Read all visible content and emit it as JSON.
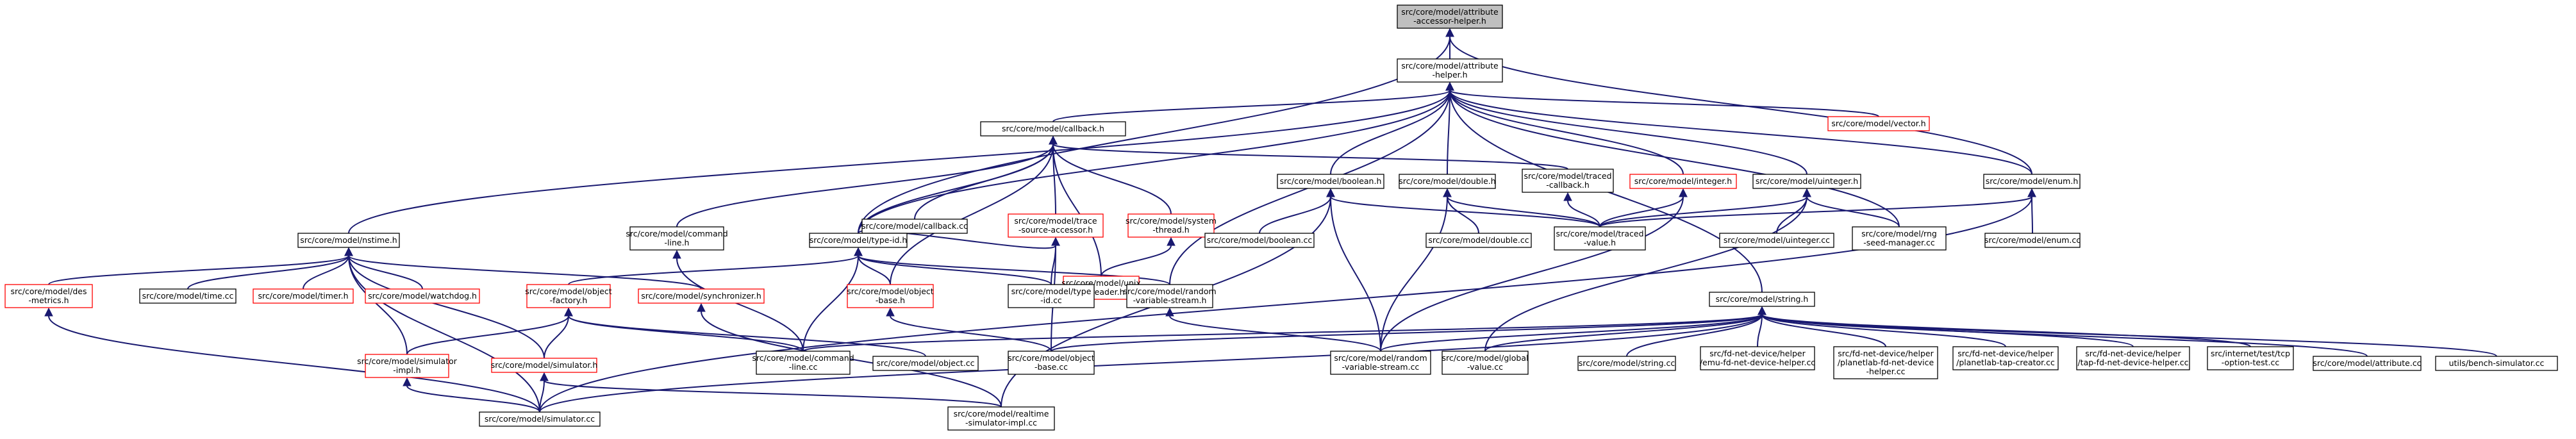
{
  "colors": {
    "edge": "#191970",
    "border_normal": "#000000",
    "border_incomplete": "#ff0000",
    "root_fill": "#bfbfbf",
    "node_fill": "#ffffff"
  },
  "nodes": [
    {
      "id": "ah",
      "lines": [
        "src/core/model/attribute",
        "-accessor-helper.h"
      ],
      "kind": "root"
    },
    {
      "id": "ath",
      "lines": [
        "src/core/model/attribute",
        "-helper.h"
      ],
      "kind": "normal"
    },
    {
      "id": "cbh",
      "lines": [
        "src/core/model/callback.h"
      ],
      "kind": "normal"
    },
    {
      "id": "vech",
      "lines": [
        "src/core/model/vector.h"
      ],
      "kind": "incomplete"
    },
    {
      "id": "enumh",
      "lines": [
        "src/core/model/enum.h"
      ],
      "kind": "normal"
    },
    {
      "id": "cbcc",
      "lines": [
        "src/core/model/callback.cc"
      ],
      "kind": "normal"
    },
    {
      "id": "tsah",
      "lines": [
        "src/core/model/trace",
        "-source-accessor.h"
      ],
      "kind": "incomplete"
    },
    {
      "id": "systh",
      "lines": [
        "src/core/model/system",
        "-thread.h"
      ],
      "kind": "incomplete"
    },
    {
      "id": "boolh",
      "lines": [
        "src/core/model/boolean.h"
      ],
      "kind": "normal"
    },
    {
      "id": "dblh",
      "lines": [
        "src/core/model/double.h"
      ],
      "kind": "normal"
    },
    {
      "id": "tcbh",
      "lines": [
        "src/core/model/traced",
        "-callback.h"
      ],
      "kind": "normal"
    },
    {
      "id": "inth",
      "lines": [
        "src/core/model/integer.h"
      ],
      "kind": "incomplete"
    },
    {
      "id": "uinth",
      "lines": [
        "src/core/model/uinteger.h"
      ],
      "kind": "normal"
    },
    {
      "id": "nstimeh",
      "lines": [
        "src/core/model/nstime.h"
      ],
      "kind": "normal"
    },
    {
      "id": "cmdh",
      "lines": [
        "src/core/model/command",
        "-line.h"
      ],
      "kind": "normal"
    },
    {
      "id": "typeidh",
      "lines": [
        "src/core/model/type-id.h"
      ],
      "kind": "normal"
    },
    {
      "id": "unixh",
      "lines": [
        "src/core/model/unix",
        "-fd-reader.h"
      ],
      "kind": "incomplete"
    },
    {
      "id": "boolcc",
      "lines": [
        "src/core/model/boolean.cc"
      ],
      "kind": "normal"
    },
    {
      "id": "dblcc",
      "lines": [
        "src/core/model/double.cc"
      ],
      "kind": "normal"
    },
    {
      "id": "tvh",
      "lines": [
        "src/core/model/traced",
        "-value.h"
      ],
      "kind": "normal"
    },
    {
      "id": "uintcc",
      "lines": [
        "src/core/model/uinteger.cc"
      ],
      "kind": "normal"
    },
    {
      "id": "rngh",
      "lines": [
        "src/core/model/rng",
        "-seed-manager.cc"
      ],
      "kind": "normal"
    },
    {
      "id": "enumcc",
      "lines": [
        "src/core/model/enum.cc"
      ],
      "kind": "normal"
    },
    {
      "id": "desh",
      "lines": [
        "src/core/model/des",
        "-metrics.h"
      ],
      "kind": "incomplete"
    },
    {
      "id": "timecc",
      "lines": [
        "src/core/model/time.cc"
      ],
      "kind": "normal"
    },
    {
      "id": "timerh",
      "lines": [
        "src/core/model/timer.h"
      ],
      "kind": "incomplete"
    },
    {
      "id": "wdh",
      "lines": [
        "src/core/model/watchdog.h"
      ],
      "kind": "incomplete"
    },
    {
      "id": "ofh",
      "lines": [
        "src/core/model/object",
        "-factory.h"
      ],
      "kind": "incomplete"
    },
    {
      "id": "synch",
      "lines": [
        "src/core/model/synchronizer.h"
      ],
      "kind": "incomplete"
    },
    {
      "id": "objbh",
      "lines": [
        "src/core/model/object",
        "-base.h"
      ],
      "kind": "incomplete"
    },
    {
      "id": "typeidcc",
      "lines": [
        "src/core/model/type",
        "-id.cc"
      ],
      "kind": "normal"
    },
    {
      "id": "rvsh",
      "lines": [
        "src/core/model/random",
        "-variable-stream.h"
      ],
      "kind": "normal"
    },
    {
      "id": "strh",
      "lines": [
        "src/core/model/string.h"
      ],
      "kind": "normal"
    },
    {
      "id": "simih",
      "lines": [
        "src/core/model/simulator",
        "-impl.h"
      ],
      "kind": "incomplete"
    },
    {
      "id": "simh",
      "lines": [
        "src/core/model/simulator.h"
      ],
      "kind": "incomplete"
    },
    {
      "id": "cmdcc",
      "lines": [
        "src/core/model/command",
        "-line.cc"
      ],
      "kind": "normal"
    },
    {
      "id": "objcc",
      "lines": [
        "src/core/model/object.cc"
      ],
      "kind": "normal"
    },
    {
      "id": "objbcc",
      "lines": [
        "src/core/model/object",
        "-base.cc"
      ],
      "kind": "normal"
    },
    {
      "id": "rvscc",
      "lines": [
        "src/core/model/random",
        "-variable-stream.cc"
      ],
      "kind": "normal"
    },
    {
      "id": "gvcc",
      "lines": [
        "src/core/model/global",
        "-value.cc"
      ],
      "kind": "normal"
    },
    {
      "id": "strcc",
      "lines": [
        "src/core/model/string.cc"
      ],
      "kind": "normal"
    },
    {
      "id": "emuh",
      "lines": [
        "src/fd-net-device/helper",
        "/emu-fd-net-device-helper.cc"
      ],
      "kind": "normal"
    },
    {
      "id": "plnh",
      "lines": [
        "src/fd-net-device/helper",
        "/planetlab-fd-net-device",
        "-helper.cc"
      ],
      "kind": "normal"
    },
    {
      "id": "pltc",
      "lines": [
        "src/fd-net-device/helper",
        "/planetlab-tap-creator.cc"
      ],
      "kind": "normal"
    },
    {
      "id": "taph",
      "lines": [
        "src/fd-net-device/helper",
        "/tap-fd-net-device-helper.cc"
      ],
      "kind": "normal"
    },
    {
      "id": "tcpt",
      "lines": [
        "src/internet/test/tcp",
        "-option-test.cc"
      ],
      "kind": "normal"
    },
    {
      "id": "attrcc",
      "lines": [
        "src/core/model/attribute.cc"
      ],
      "kind": "normal"
    },
    {
      "id": "bench",
      "lines": [
        "utils/bench-simulator.cc"
      ],
      "kind": "normal"
    },
    {
      "id": "simcc",
      "lines": [
        "src/core/model/simulator.cc"
      ],
      "kind": "normal"
    },
    {
      "id": "rtcc",
      "lines": [
        "src/core/model/realtime",
        "-simulator-impl.cc"
      ],
      "kind": "normal"
    }
  ],
  "edges": [
    [
      "ath",
      "ah"
    ],
    [
      "typeidh",
      "ah"
    ],
    [
      "enumh",
      "ah"
    ],
    [
      "cbh",
      "ath"
    ],
    [
      "vech",
      "ath"
    ],
    [
      "enumh",
      "ath"
    ],
    [
      "boolh",
      "ath"
    ],
    [
      "dblh",
      "ath"
    ],
    [
      "inth",
      "ath"
    ],
    [
      "uinth",
      "ath"
    ],
    [
      "nstimeh",
      "ath"
    ],
    [
      "typeidh",
      "ath"
    ],
    [
      "rvsh",
      "ath"
    ],
    [
      "rngh",
      "ath"
    ],
    [
      "strh",
      "ath"
    ],
    [
      "cbcc",
      "cbh"
    ],
    [
      "tsah",
      "cbh"
    ],
    [
      "systh",
      "cbh"
    ],
    [
      "tcbh",
      "cbh"
    ],
    [
      "typeidh",
      "cbh"
    ],
    [
      "unixh",
      "cbh"
    ],
    [
      "objbh",
      "cbh"
    ],
    [
      "cmdh",
      "cbh"
    ],
    [
      "typeidh",
      "tsah"
    ],
    [
      "typeidcc",
      "tsah"
    ],
    [
      "objbcc",
      "tsah"
    ],
    [
      "unixh",
      "systh"
    ],
    [
      "boolcc",
      "boolh"
    ],
    [
      "tvh",
      "boolh"
    ],
    [
      "rvscc",
      "boolh"
    ],
    [
      "rtcc",
      "boolh"
    ],
    [
      "dblcc",
      "dblh"
    ],
    [
      "tvh",
      "dblh"
    ],
    [
      "rvscc",
      "dblh"
    ],
    [
      "tvh",
      "tcbh"
    ],
    [
      "tvh",
      "inth"
    ],
    [
      "rvscc",
      "inth"
    ],
    [
      "tvh",
      "uinth"
    ],
    [
      "uintcc",
      "uinth"
    ],
    [
      "rngh",
      "uinth"
    ],
    [
      "gvcc",
      "uinth"
    ],
    [
      "tvh",
      "enumh"
    ],
    [
      "enumcc",
      "enumh"
    ],
    [
      "simcc",
      "enumh"
    ],
    [
      "desh",
      "nstimeh"
    ],
    [
      "timecc",
      "nstimeh"
    ],
    [
      "timerh",
      "nstimeh"
    ],
    [
      "wdh",
      "nstimeh"
    ],
    [
      "synch",
      "nstimeh"
    ],
    [
      "simh",
      "nstimeh"
    ],
    [
      "simih",
      "nstimeh"
    ],
    [
      "simcc",
      "nstimeh"
    ],
    [
      "cmdcc",
      "cmdh"
    ],
    [
      "ofh",
      "typeidh"
    ],
    [
      "objbh",
      "typeidh"
    ],
    [
      "typeidcc",
      "typeidh"
    ],
    [
      "rvsh",
      "typeidh"
    ],
    [
      "cmdcc",
      "typeidh"
    ],
    [
      "rvscc",
      "rvsh"
    ],
    [
      "simih",
      "ofh"
    ],
    [
      "simh",
      "ofh"
    ],
    [
      "objcc",
      "ofh"
    ],
    [
      "cmdcc",
      "ofh"
    ],
    [
      "rtcc",
      "synch"
    ],
    [
      "objbcc",
      "objbh"
    ],
    [
      "cmdcc",
      "strh"
    ],
    [
      "objbcc",
      "strh"
    ],
    [
      "rvscc",
      "strh"
    ],
    [
      "gvcc",
      "strh"
    ],
    [
      "strcc",
      "strh"
    ],
    [
      "emuh",
      "strh"
    ],
    [
      "plnh",
      "strh"
    ],
    [
      "pltc",
      "strh"
    ],
    [
      "taph",
      "strh"
    ],
    [
      "tcpt",
      "strh"
    ],
    [
      "attrcc",
      "strh"
    ],
    [
      "bench",
      "strh"
    ],
    [
      "simcc",
      "strh"
    ],
    [
      "simcc",
      "simih"
    ],
    [
      "simcc",
      "simh"
    ],
    [
      "rtcc",
      "simh"
    ],
    [
      "simcc",
      "desh"
    ]
  ]
}
